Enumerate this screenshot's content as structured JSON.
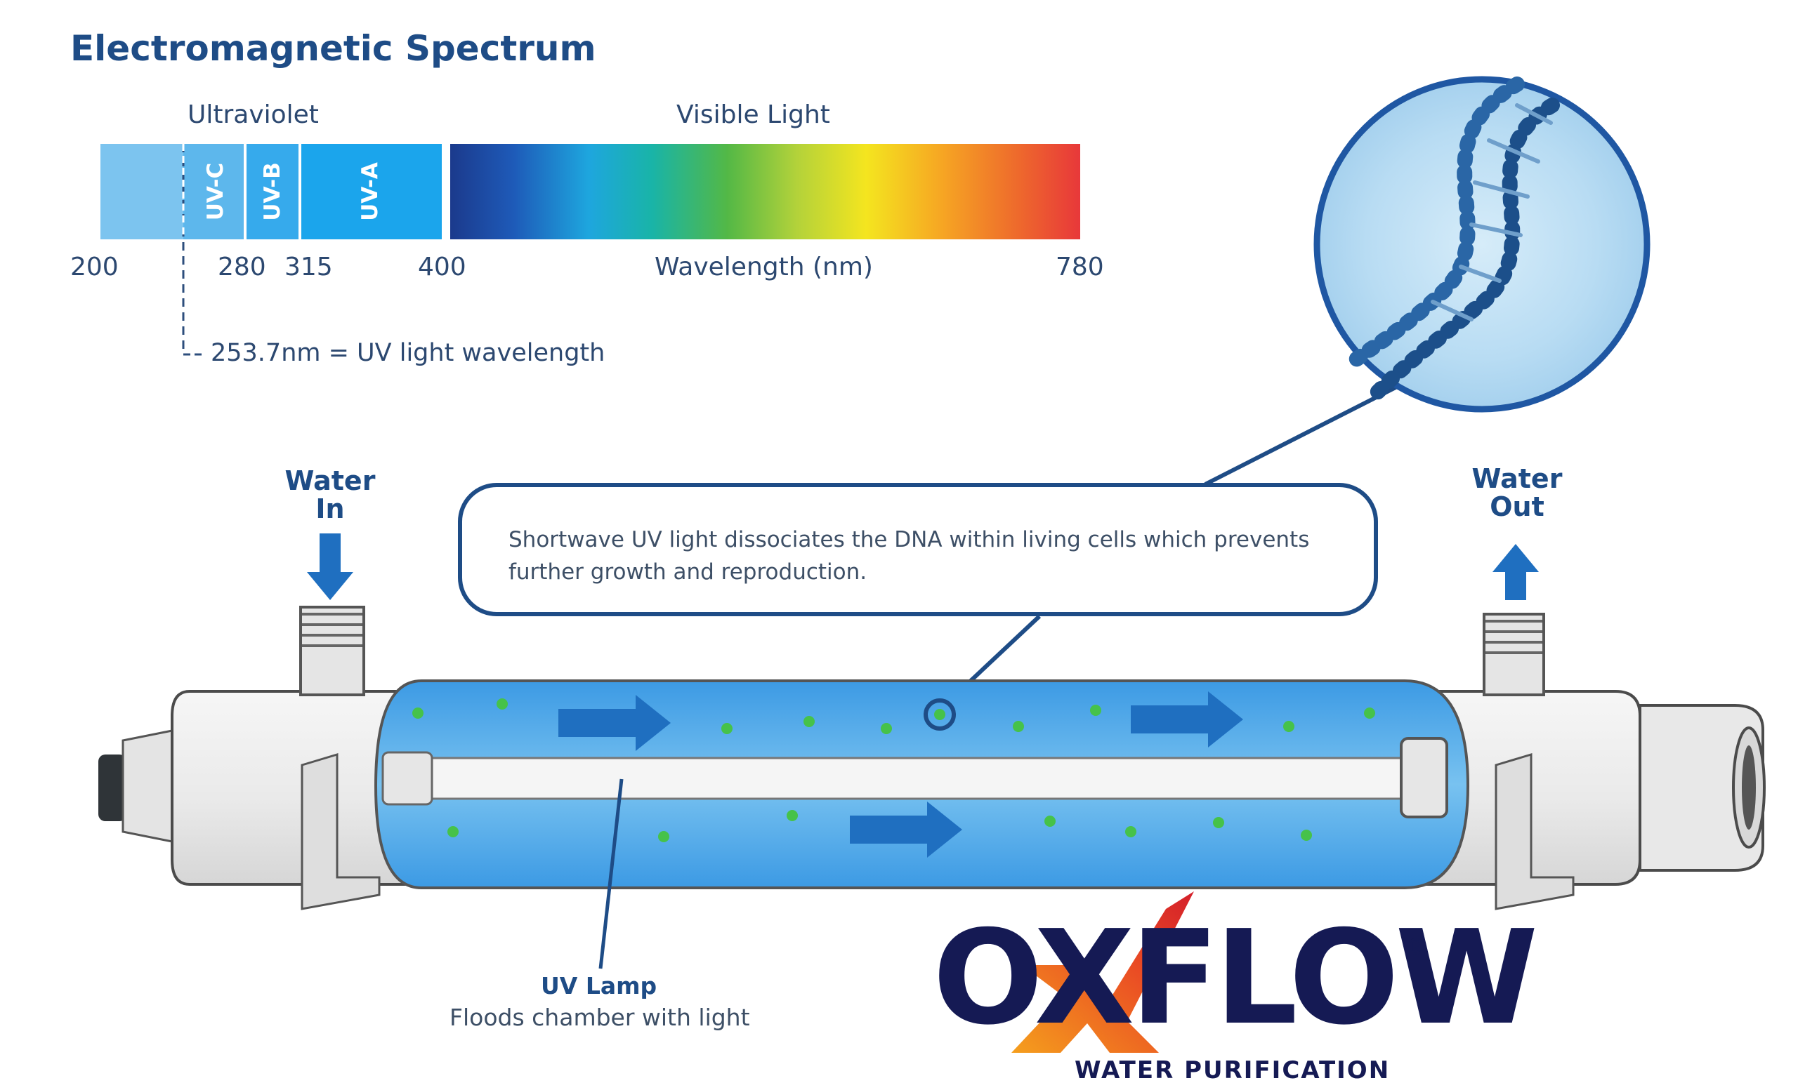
{
  "title": "Electromagnetic Spectrum",
  "spectrum": {
    "ultraviolet_label": "Ultraviolet",
    "visible_label": "Visible Light",
    "bands": [
      "UV-C",
      "UV-B",
      "UV-A"
    ],
    "ticks": [
      "200",
      "280",
      "315",
      "400",
      "780"
    ],
    "axis_label": "Wavelength (nm)",
    "uv_note": "253.7nm = UV light wavelength",
    "colors": {
      "uv_light": "#7cc4ef",
      "uv_mid": "#4fb3ec",
      "uv_bright": "#1ca6ec",
      "visible_start": "#1d3b8f",
      "visible_end": "#ea3a3a"
    }
  },
  "flow": {
    "in_label_1": "Water",
    "in_label_2": "In",
    "out_label_1": "Water",
    "out_label_2": "Out"
  },
  "callout": {
    "text": "Shortwave UV light dissociates the DNA within living cells which prevents further growth and reproduction."
  },
  "lamp": {
    "title": "UV Lamp",
    "desc": "Floods chamber with light"
  },
  "logo": {
    "main": "OXFLOW",
    "sub": "WATER PURIFICATION",
    "reg": "®"
  },
  "icons": [
    "arrow-down-icon",
    "arrow-up-icon",
    "dna-helix-icon",
    "flow-arrow-icon"
  ],
  "palette": {
    "brand_blue": "#1e4c86",
    "water": "#5aaee9",
    "particle": "#46c24a",
    "logo_navy": "#151a54",
    "logo_red": "#d8202a",
    "logo_orange": "#f39a1e"
  }
}
